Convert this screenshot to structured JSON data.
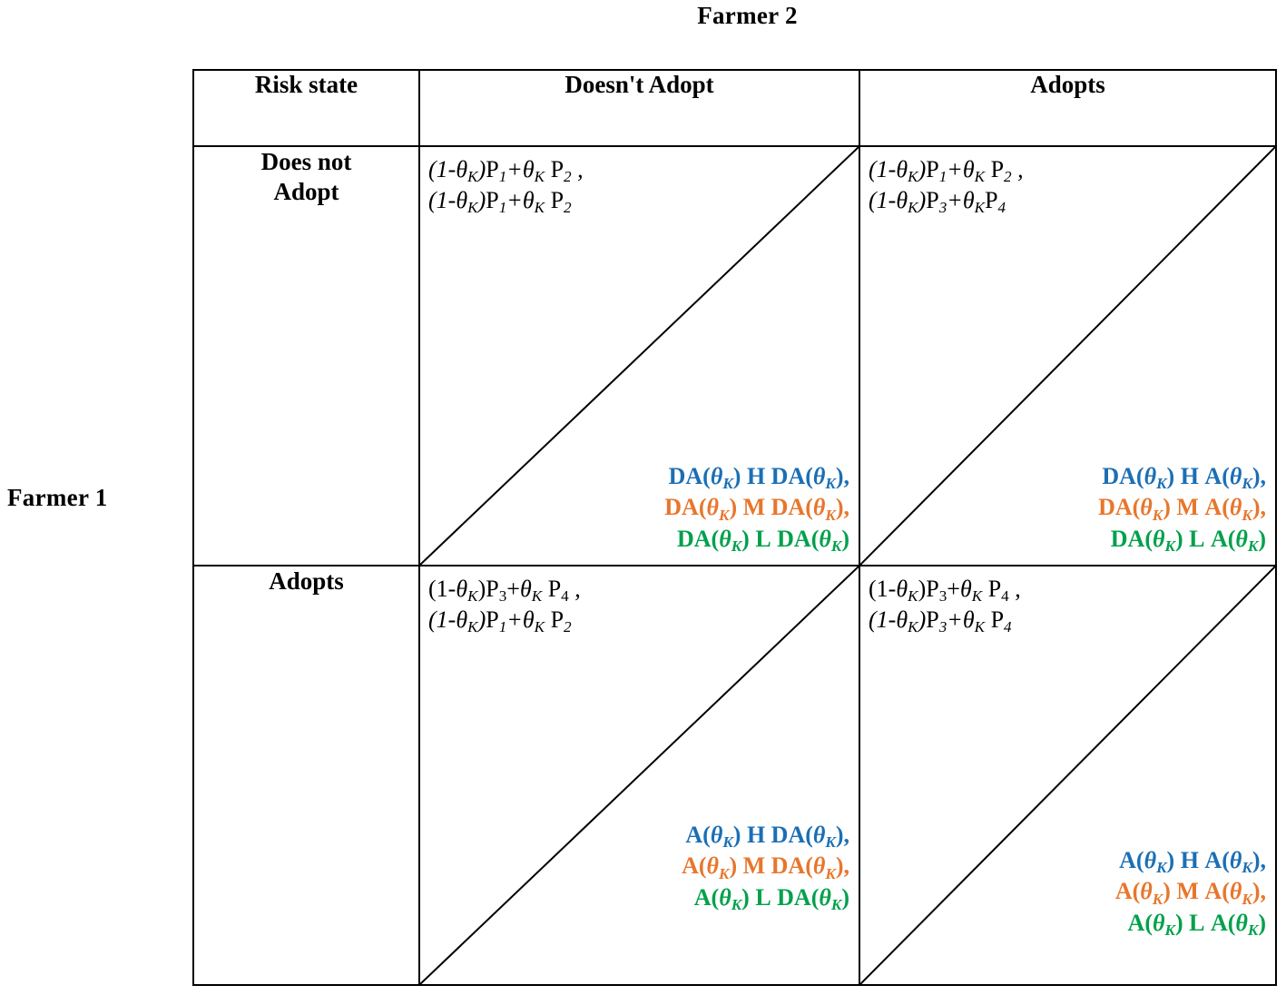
{
  "figure": {
    "type": "payoff-matrix",
    "player_row_label": "Farmer 1",
    "player_col_label": "Farmer 2"
  },
  "table": {
    "header": {
      "corner": "Risk state",
      "col1": "Doesn't Adopt",
      "col2": "Adopts"
    },
    "rows": [
      {
        "label": "Does not Adopt",
        "label_line1": "Does not",
        "label_line2": "Adopt",
        "cells": [
          {
            "id": "dna-dna",
            "payoff_line1": "(1-θK)P1+θK P2 ,",
            "payoff_line2": "(1-θK)P1+θK P2",
            "payoff_line1_italic": true,
            "payoff_line2_italic": true,
            "payoff_line2_tight": false,
            "strategies": [
              {
                "risk": "H",
                "text": "DA(θK) H DA(θK),",
                "color": "#1B6FB5"
              },
              {
                "risk": "M",
                "text": "DA(θK) M DA(θK),",
                "color": "#E8762C"
              },
              {
                "risk": "L",
                "text": "DA(θK) L DA(θK)",
                "color": "#00A14B"
              }
            ]
          },
          {
            "id": "dna-a",
            "payoff_line1": "(1-θK)P1+θK P2 ,",
            "payoff_line2": "(1-θK)P3+θKP4",
            "payoff_line1_italic": true,
            "payoff_line2_italic": true,
            "payoff_line2_tight": true,
            "strategies": [
              {
                "risk": "H",
                "text": "DA(θK) H A(θK),",
                "color": "#1B6FB5"
              },
              {
                "risk": "M",
                "text": "DA(θK) M A(θK),",
                "color": "#E8762C"
              },
              {
                "risk": "L",
                "text": "DA(θK) L A(θK)",
                "color": "#00A14B"
              }
            ]
          }
        ]
      },
      {
        "label": "Adopts",
        "label_line1": "Adopts",
        "label_line2": "",
        "cells": [
          {
            "id": "a-dna",
            "payoff_line1": "(1-θK)P3+θK P4 ,",
            "payoff_line2": "(1-θK)P1+θK P2",
            "payoff_line1_italic": false,
            "payoff_line2_italic": true,
            "payoff_line2_tight": false,
            "strategies": [
              {
                "risk": "H",
                "text": "A(θK) H DA(θK),",
                "color": "#1B6FB5"
              },
              {
                "risk": "M",
                "text": "A(θK) M DA(θK),",
                "color": "#E8762C"
              },
              {
                "risk": "L",
                "text": "A(θK) L DA(θK)",
                "color": "#00A14B"
              }
            ]
          },
          {
            "id": "a-a",
            "payoff_line1": "(1-θK)P3+θK P4 ,",
            "payoff_line2": "(1-θK)P3+θK P4",
            "payoff_line1_italic": false,
            "payoff_line2_italic": true,
            "payoff_line2_tight": false,
            "strategies": [
              {
                "risk": "H",
                "text": "A(θK) H A(θK),",
                "color": "#1B6FB5"
              },
              {
                "risk": "M",
                "text": "A(θK) M A(θK),",
                "color": "#E8762C"
              },
              {
                "risk": "L",
                "text": "A(θK) L A(θK)",
                "color": "#00A14B"
              }
            ]
          }
        ]
      }
    ]
  },
  "colors": {
    "high_risk": "#1B6FB5",
    "medium_risk": "#E8762C",
    "low_risk": "#00A14B",
    "border": "#000000",
    "background": "#FFFFFF"
  }
}
